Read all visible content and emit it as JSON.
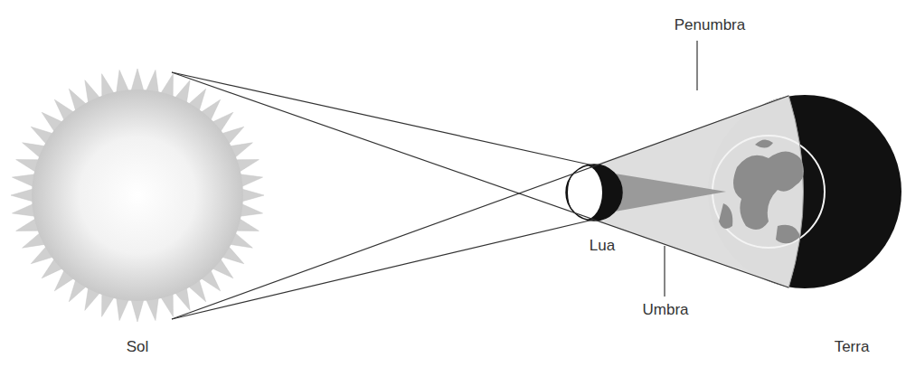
{
  "diagram": {
    "nodes": [
      {
        "text": [
          "Sol"
        ]
      },
      {
        "text": [
          "Lua"
        ]
      },
      {
        "text": [
          "Terra"
        ]
      }
    ],
    "labels": [
      "Penumbra",
      "Umbra"
    ]
  }
}
